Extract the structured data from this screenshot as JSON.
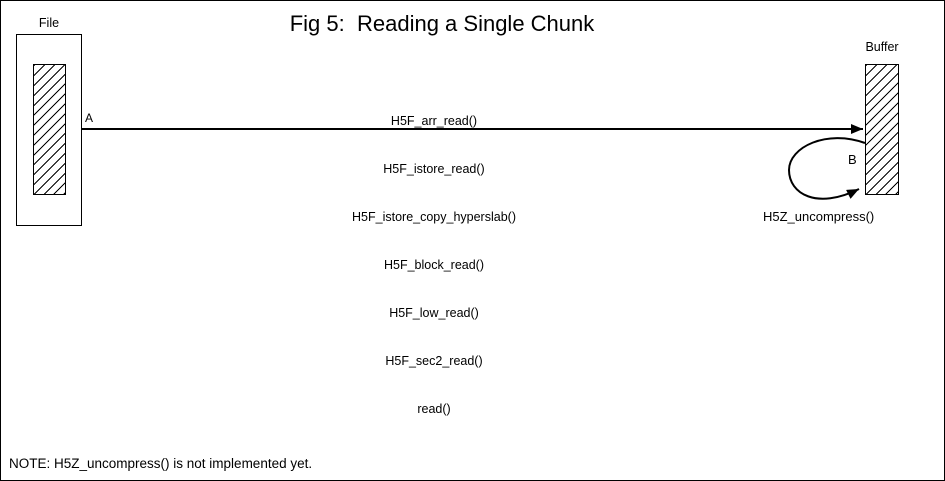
{
  "title": "Fig 5:  Reading a Single Chunk",
  "file": {
    "label": "File"
  },
  "buffer": {
    "label": "Buffer"
  },
  "arrow_a": {
    "label": "A"
  },
  "arrow_b": {
    "label": "B",
    "caption": "H5Z_uncompress()"
  },
  "call_stack": [
    "H5F_arr_read()",
    "H5F_istore_read()",
    "H5F_istore_copy_hyperslab()",
    "H5F_block_read()",
    "H5F_low_read()",
    "H5F_sec2_read()",
    "read()"
  ],
  "note": "NOTE: H5Z_uncompress() is not implemented yet.",
  "colors": {
    "ink": "#000000",
    "background": "#ffffff"
  }
}
